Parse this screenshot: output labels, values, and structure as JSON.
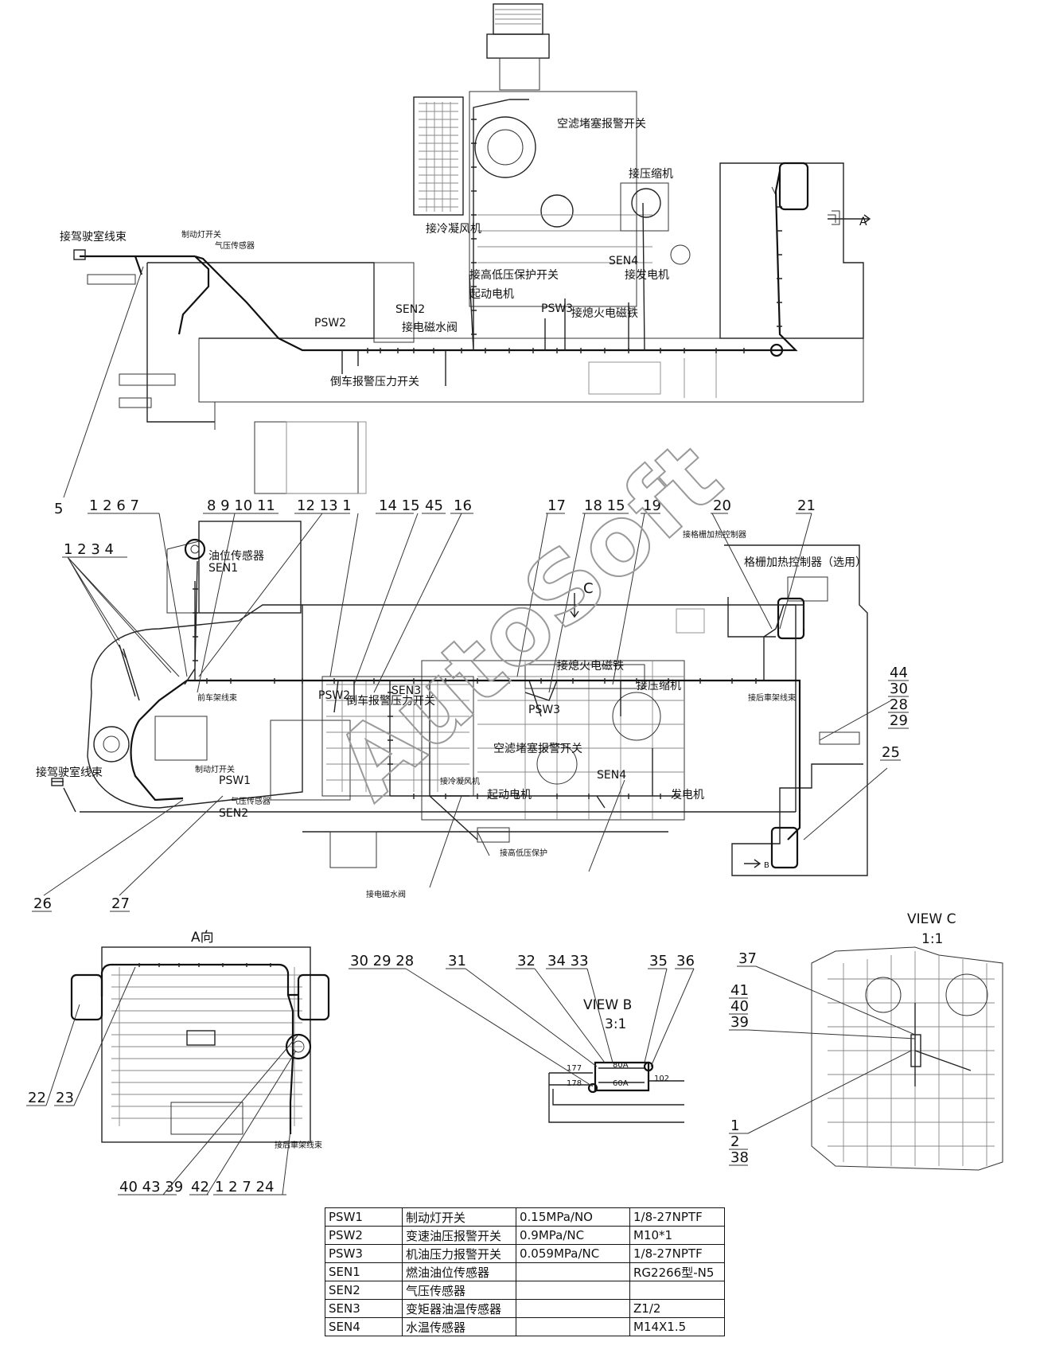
{
  "watermark": "AutoSoft",
  "top_view": {
    "labels": {
      "air_filter_switch": "空滤堵塞报警开关",
      "compressor": "接压缩机",
      "view_a_arrow": "A",
      "cab_harness": "接驾驶室线束",
      "brake_light_switch": "制动灯开关",
      "air_pressure_sensor": "气压传感器",
      "condenser_fan": "接冷凝风机",
      "sen4": "SEN4",
      "low_high_pressure": "接高低压保护开关",
      "alternator": "接发电机",
      "starter": "起动电机",
      "psw2": "PSW2",
      "sen2": "SEN2",
      "psw3": "PSW3",
      "shutoff_solenoid": "接熄火电磁铁",
      "solenoid_valve": "接电磁水阀",
      "reverse_alarm_switch": "倒车报警压力开关"
    }
  },
  "callouts_row1": [
    "5",
    "1 2 6 7",
    "8 9 10 11",
    "12 13 1",
    "14 15",
    "45",
    "16",
    "17",
    "18 15",
    "19",
    "20",
    "21"
  ],
  "mid_view": {
    "labels": {
      "c_arrow": "C",
      "fuel_level_sensor": "油位传感器",
      "sen1": "SEN1",
      "grid_heater_ctrl": "接格栅加热控制器",
      "grid_heater_opt": "格栅加热控制器（选用）",
      "group_1234": "1 2 3 4",
      "shutoff_solenoid": "接熄火电磁铁",
      "compressor": "接压缩机",
      "rear_frame": "接后車架线束",
      "front_frame": "前车架线束",
      "psw2": "PSW2",
      "sen3": "SEN3",
      "reverse_alarm": "倒车报警压力开关",
      "psw3": "PSW3",
      "air_filter": "空滤堵塞报警开关",
      "cab_harness": "接驾驶室线束",
      "brake_switch": "制动灯开关",
      "psw1": "PSW1",
      "air_sensor": "气压传感器",
      "sen2": "SEN2",
      "condenser_fan": "接冷凝风机",
      "sen4": "SEN4",
      "starter": "起动电机",
      "generator": "发电机",
      "low_high": "接高低压保护",
      "solenoid_valve": "接电磁水阀",
      "stack": [
        "44",
        "30",
        "28",
        "29"
      ],
      "n25": "25",
      "n26": "26",
      "n27": "27",
      "view_b_arrow": "B"
    }
  },
  "view_a": {
    "title": "A向",
    "n22": "22",
    "n23": "23",
    "bottom_callouts": [
      "40 43 39",
      "42",
      "1 2 7 24"
    ],
    "rear_frame": "接后車架线束"
  },
  "view_b": {
    "title": "VIEW B",
    "scale": "3:1",
    "callouts": [
      "30 29 28",
      "31",
      "32",
      "34 33",
      "35",
      "36"
    ],
    "fuse_top": "80A",
    "fuse_bottom": "60A",
    "w177": "177",
    "w178": "178",
    "w102": "102"
  },
  "view_c": {
    "title": "VIEW C",
    "scale": "1:1",
    "n37": "37",
    "stack_top": [
      "41",
      "40",
      "39"
    ],
    "stack_bottom": [
      "1",
      "2",
      "38"
    ]
  },
  "spec_table": [
    [
      "PSW1",
      "制动灯开关",
      "0.15MPa/NO",
      "1/8-27NPTF"
    ],
    [
      "PSW2",
      "变速油压报警开关",
      "0.9MPa/NC",
      "M10*1"
    ],
    [
      "PSW3",
      "机油压力报警开关",
      "0.059MPa/NC",
      "1/8-27NPTF"
    ],
    [
      "SEN1",
      "燃油油位传感器",
      "",
      "RG2266型-N5"
    ],
    [
      "SEN2",
      "气压传感器",
      "",
      ""
    ],
    [
      "SEN3",
      "变矩器油温传感器",
      "",
      "Z1/2"
    ],
    [
      "SEN4",
      "水温传感器",
      "",
      "M14X1.5"
    ]
  ]
}
